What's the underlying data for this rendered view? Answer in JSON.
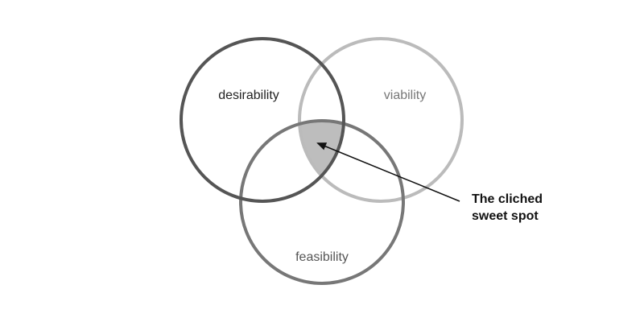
{
  "diagram": {
    "circles": [
      {
        "id": "desirability",
        "label": "desirability",
        "stroke": "#555555",
        "label_color": "#222222"
      },
      {
        "id": "viability",
        "label": "viability",
        "stroke": "#bbbbbb",
        "label_color": "#777777"
      },
      {
        "id": "feasibility",
        "label": "feasibility",
        "stroke": "#777777",
        "label_color": "#555555"
      }
    ],
    "overlap_fill": "#bdbdbd",
    "callout": {
      "line1": "The cliched",
      "line2": "sweet spot",
      "color": "#111111"
    }
  }
}
